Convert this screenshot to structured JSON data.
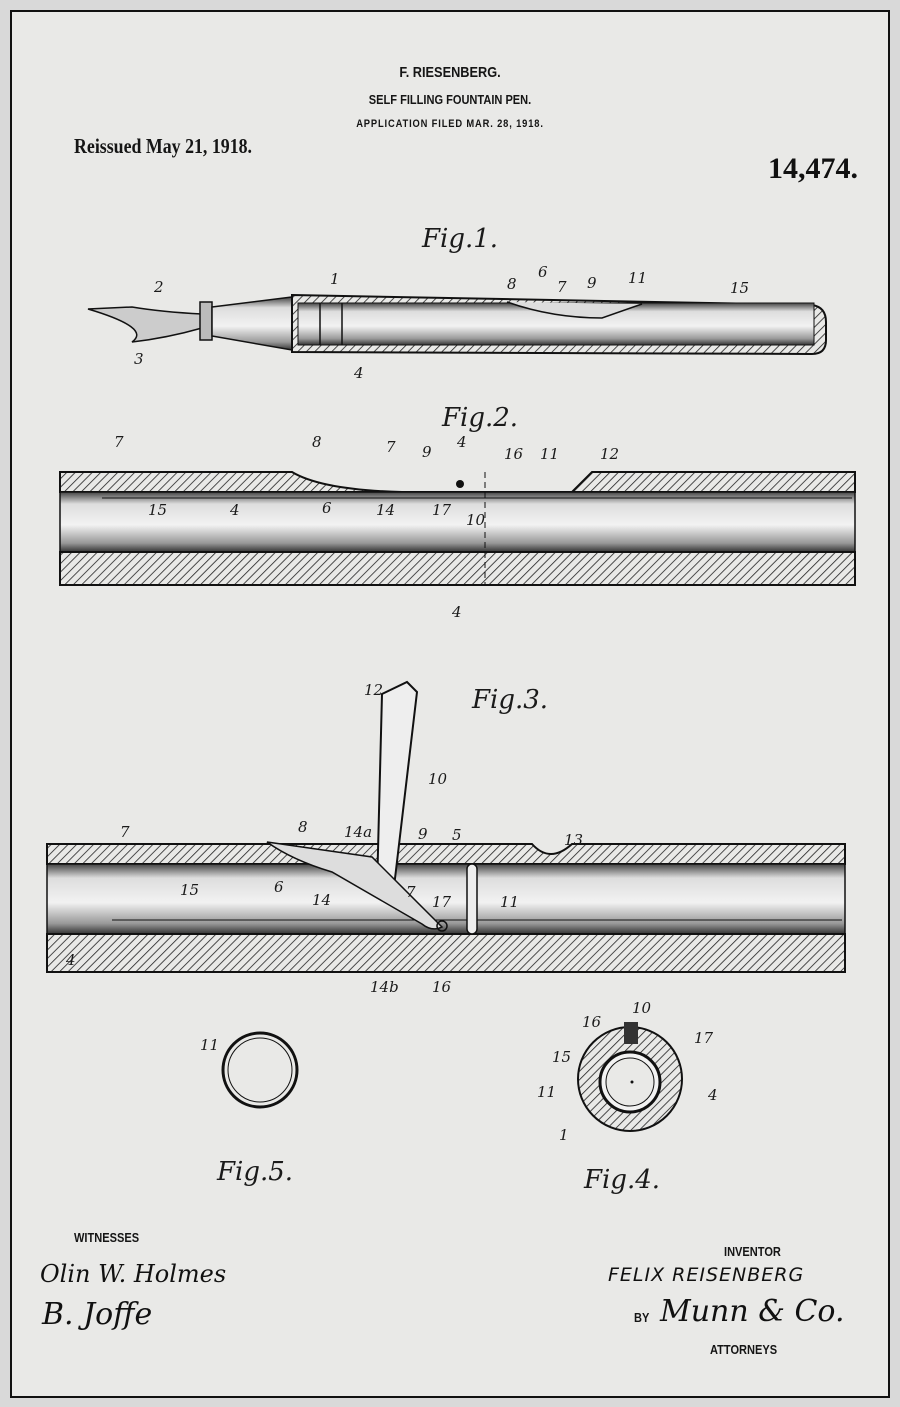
{
  "header": {
    "inventor_short": "F. RIESENBERG.",
    "title": "SELF FILLING FOUNTAIN PEN.",
    "filed": "APPLICATION FILED MAR. 28, 1918.",
    "reissued": "Reissued May 21, 1918.",
    "number": "14,474."
  },
  "figures": {
    "fig1": {
      "title": "Fig.1.",
      "labels": [
        "2",
        "3",
        "1",
        "4",
        "8",
        "6",
        "7",
        "9",
        "11",
        "15"
      ]
    },
    "fig2": {
      "title": "Fig.2.",
      "labels": [
        "7",
        "8",
        "7",
        "9",
        "4",
        "16",
        "11",
        "12",
        "15",
        "4",
        "6",
        "14",
        "17",
        "10",
        "4"
      ]
    },
    "fig3": {
      "title": "Fig.3.",
      "labels": [
        "12",
        "10",
        "8",
        "14a",
        "9",
        "5",
        "13",
        "7",
        "6",
        "14",
        "7",
        "17",
        "11",
        "15",
        "4",
        "14b",
        "16"
      ]
    },
    "fig5": {
      "title": "Fig.5.",
      "labels": [
        "11"
      ]
    },
    "fig4": {
      "title": "Fig.4.",
      "labels": [
        "10",
        "16",
        "17",
        "15",
        "11",
        "4",
        "1"
      ]
    }
  },
  "footer": {
    "witnesses_label": "WITNESSES",
    "witness1": "Olin W. Holmes",
    "witness2": "B. Joffe",
    "inventor_label": "INVENTOR",
    "inventor": "FELIX REISENBERG",
    "by": "BY",
    "attorney_signature": "Munn & Co.",
    "attorneys_label": "ATTORNEYS"
  }
}
